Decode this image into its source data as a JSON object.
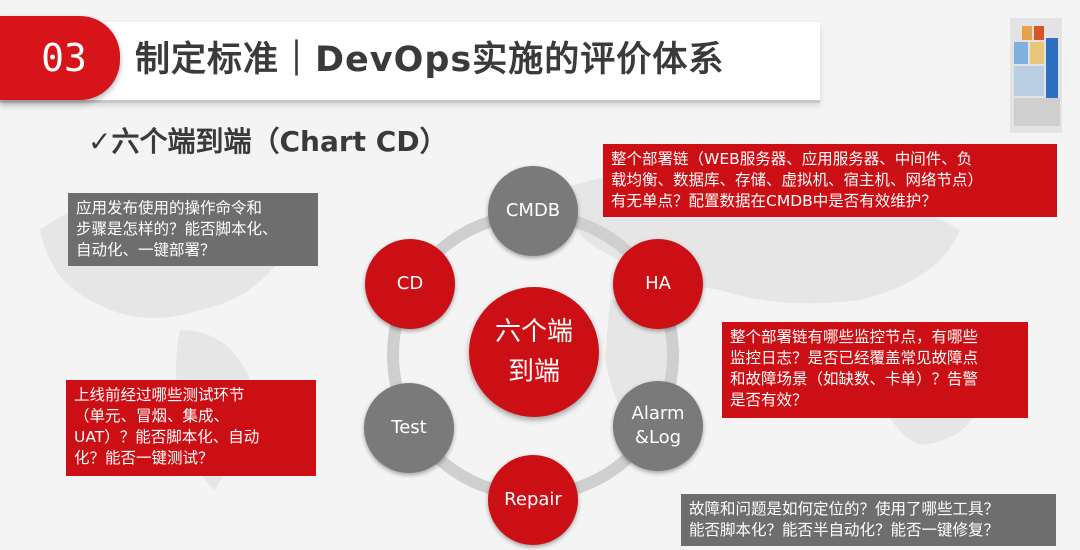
{
  "header": {
    "number": "03",
    "title": "制定标准｜DevOps实施的评价体系"
  },
  "subtitle": "✓六个端到端（Chart CD）",
  "center": {
    "line1": "六个端",
    "line2": "到端"
  },
  "nodes": {
    "cmdb": "CMDB",
    "ha": "HA",
    "alarm_line1": "Alarm",
    "alarm_line2": "&Log",
    "repair": "Repair",
    "test": "Test",
    "cd": "CD"
  },
  "boxes": {
    "cd_box": [
      "应用发布使用的操作命令和",
      "步骤是怎样的？能否脚本化、",
      "自动化、一键部署？"
    ],
    "cmdb_box": [
      "整个部署链（WEB服务器、应用服务器、中间件、负",
      "载均衡、数据库、存储、虚拟机、宿主机、网络节点）",
      "有无单点？配置数据在CMDB中是否有效维护？"
    ],
    "alarm_box": [
      "整个部署链有哪些监控节点，有哪些",
      "监控日志？是否已经覆盖常见故障点",
      "和故障场景（如缺数、卡单）？告警",
      "是否有效？"
    ],
    "test_box": [
      "上线前经过哪些测试环节",
      "（单元、冒烟、集成、",
      "UAT）？能否脚本化、自动",
      "化？能否一键测试？"
    ],
    "repair_box": [
      "故障和问题是如何定位的？使用了哪些工具？",
      "能否脚本化？能否半自动化？能否一键修复？"
    ]
  },
  "colors": {
    "red": "#cc0f14",
    "gray": "#7a7a7a",
    "ring": "#d0d0d0"
  }
}
